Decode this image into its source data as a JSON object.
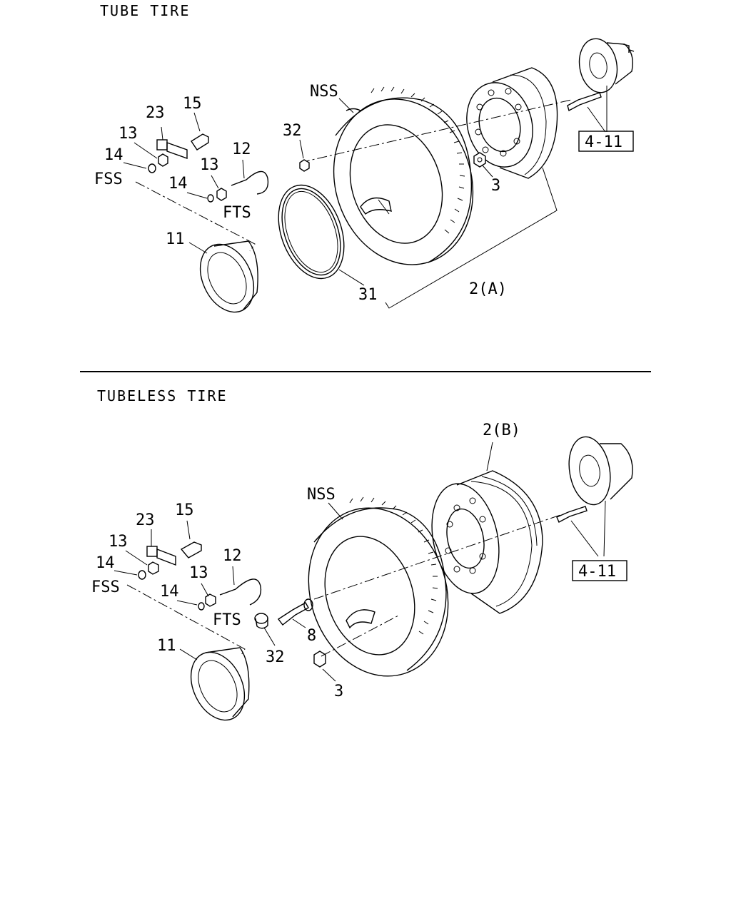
{
  "sections": [
    {
      "title": "TUBE TIRE",
      "labels": {
        "nss": "NSS",
        "p32": "32",
        "p23": "23",
        "p15": "15",
        "p13a": "13",
        "p14a": "14",
        "fss": "FSS",
        "p13b": "13",
        "p12": "12",
        "p14b": "14",
        "fts": "FTS",
        "p11": "11",
        "p31": "31",
        "p3": "3",
        "p2": "2(A)",
        "ref": "4-11"
      }
    },
    {
      "title": "TUBELESS TIRE",
      "labels": {
        "nss": "NSS",
        "p2": "2(B)",
        "p23": "23",
        "p15": "15",
        "p13a": "13",
        "p14a": "14",
        "fss": "FSS",
        "p13b": "13",
        "p12": "12",
        "p14b": "14",
        "fts": "FTS",
        "p11": "11",
        "p32": "32",
        "p8": "8",
        "p3": "3",
        "ref": "4-11"
      }
    }
  ]
}
